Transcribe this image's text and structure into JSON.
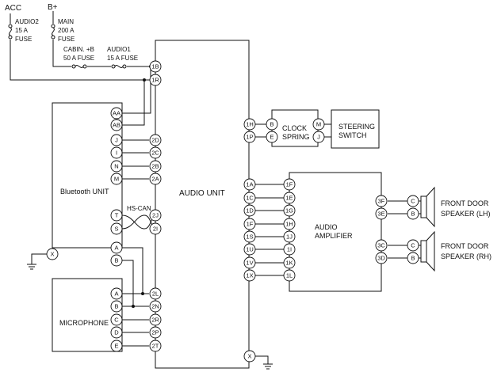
{
  "power": {
    "acc": "ACC",
    "b_plus": "B+",
    "fuses": {
      "audio2": [
        "AUDIO2",
        "15 A",
        "FUSE"
      ],
      "main": [
        "MAIN",
        "200 A",
        "FUSE"
      ],
      "cabin": [
        "CABIN. +B",
        "50 A FUSE"
      ],
      "audio1": [
        "AUDIO1",
        "15 A FUSE"
      ]
    }
  },
  "components": {
    "bluetooth_unit": "Bluetooth UNIT",
    "microphone": "MICROPHONE",
    "audio_unit": "AUDIO UNIT",
    "clock_spring": [
      "CLOCK",
      "SPRING"
    ],
    "steering_switch": [
      "STEERING",
      "SWITCH"
    ],
    "audio_amplifier": [
      "AUDIO",
      "AMPLIFIER"
    ],
    "front_door_speaker_lh": [
      "FRONT DOOR",
      "SPEAKER (LH)"
    ],
    "front_door_speaker_rh": [
      "FRONT DOOR",
      "SPEAKER (RH)"
    ],
    "hs_can": "HS-CAN"
  },
  "pins": {
    "audio_unit_left": [
      "1B",
      "1R",
      "2D",
      "2C",
      "2B",
      "2A",
      "2J",
      "2I",
      "2L",
      "2N",
      "2R",
      "2P",
      "2T"
    ],
    "audio_unit_right": [
      "1H",
      "1P",
      "1A",
      "1C",
      "1D",
      "1F",
      "1S",
      "1U",
      "1V",
      "1X",
      "X"
    ],
    "bluetooth": [
      "AA",
      "AB",
      "J",
      "I",
      "N",
      "M",
      "T",
      "S",
      "A",
      "B",
      "X"
    ],
    "microphone": [
      "A",
      "B",
      "C",
      "D",
      "E"
    ],
    "clock_spring_left": [
      "B",
      "E"
    ],
    "clock_spring_right": [
      "M",
      "J"
    ],
    "amplifier_left": [
      "1F",
      "1E",
      "1G",
      "1H",
      "1J",
      "1I",
      "1K",
      "1L"
    ],
    "amplifier_right": [
      "3F",
      "3E",
      "3C",
      "3D"
    ],
    "speaker_lh": [
      "C",
      "B"
    ],
    "speaker_rh": [
      "C",
      "B"
    ]
  }
}
